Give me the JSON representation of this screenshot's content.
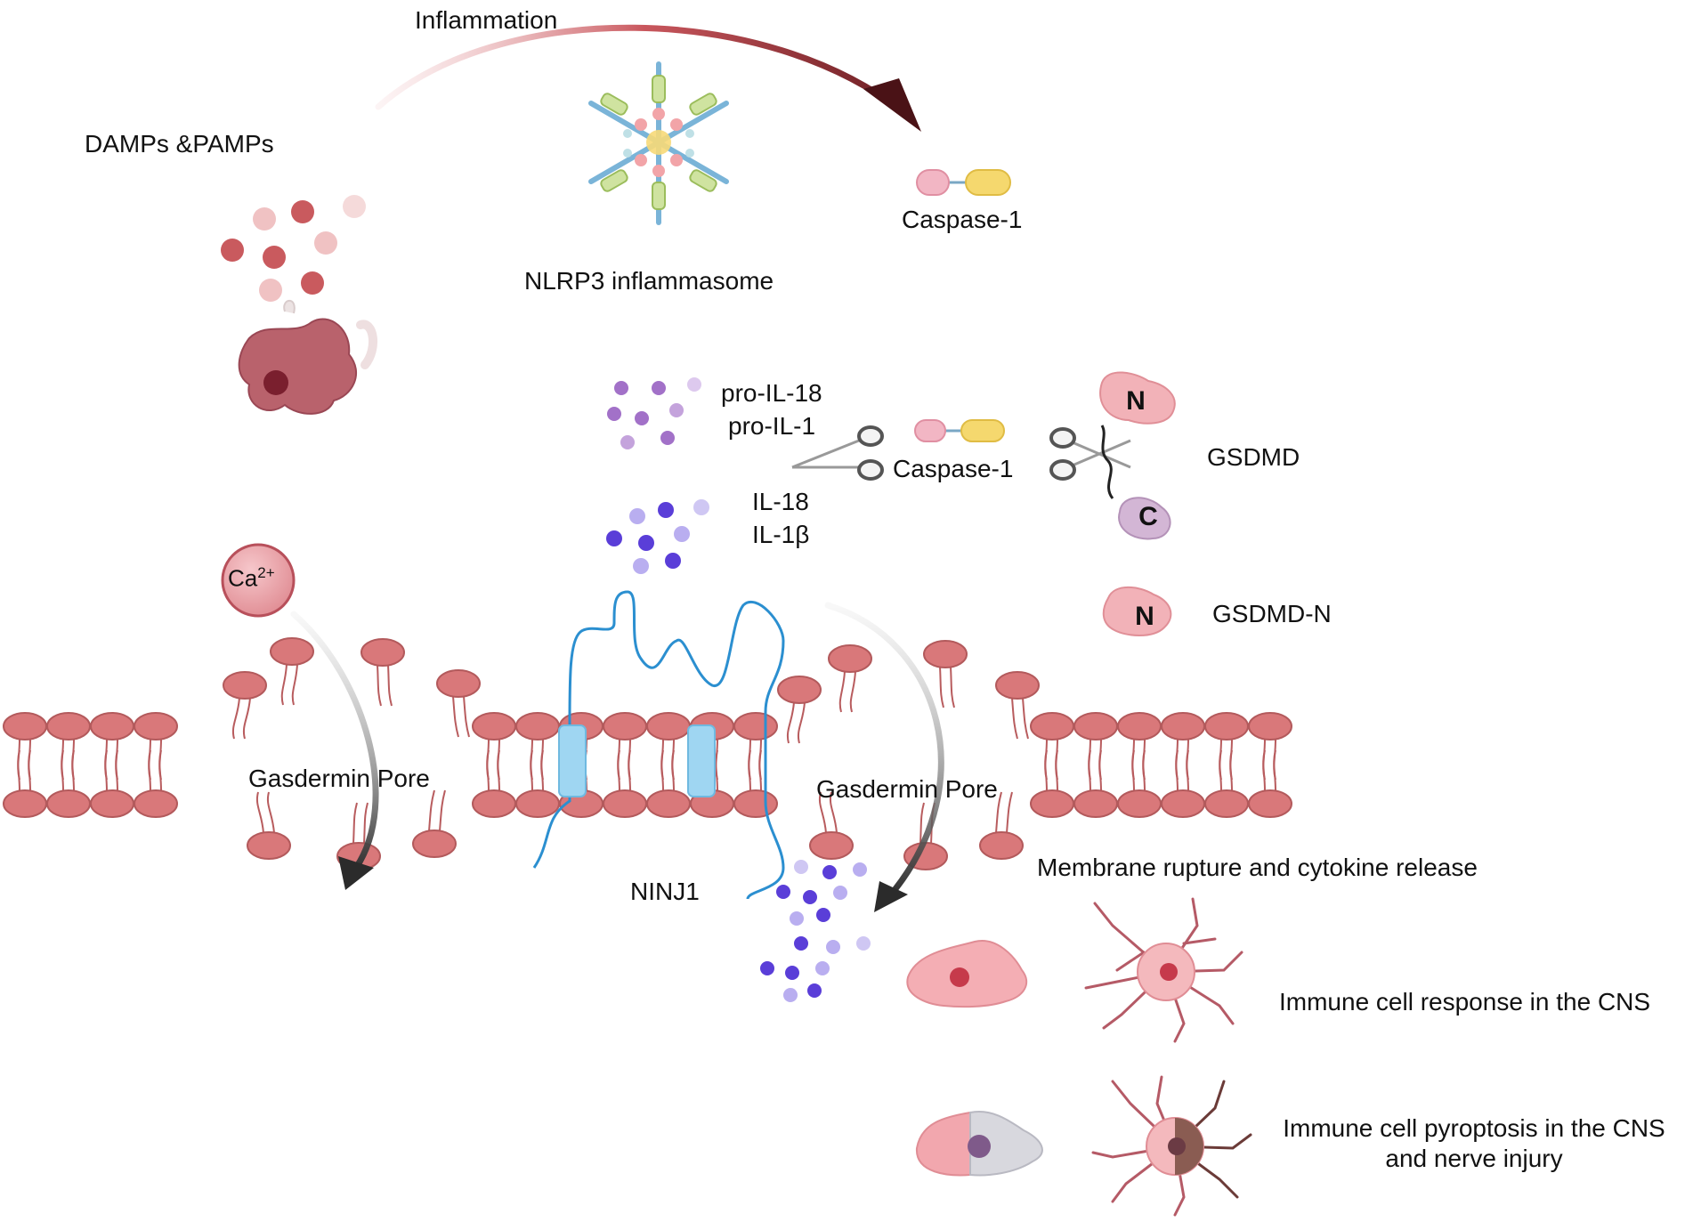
{
  "labels": {
    "inflammation": "Inflammation",
    "damps_pamps": "DAMPs &PAMPs",
    "nlrp3": "NLRP3 inflammasome",
    "caspase1_top": "Caspase-1",
    "pro_il18": "pro-IL-18",
    "pro_il1": "pro-IL-1",
    "caspase1_mid": "Caspase-1",
    "gsdmd": "GSDMD",
    "gsdmd_n_letter": "N",
    "gsdmd_c_letter": "C",
    "il18": "IL-18",
    "il1b": "IL-1β",
    "ca": "Ca",
    "ca_charge": "2+",
    "gsdmd_n": "GSDMD-N",
    "gsdmd_n_small_letter": "N",
    "pore_left": "Gasdermin Pore",
    "pore_right": "Gasdermin Pore",
    "ninj1": "NINJ1",
    "membrane_rupture": "Membrane rupture and cytokine release",
    "immune_response": "Immune cell response in the CNS",
    "immune_pyroptosis_line1": "Immune cell pyroptosis  in the CNS",
    "immune_pyroptosis_line2": "and nerve injury"
  },
  "colors": {
    "lipid_head": "#d9787a",
    "lipid_stroke": "#b35a5c",
    "tail": "#b85c5e",
    "ninj1": "#2b8fd0",
    "ninj1_helix": "#9fd6f2",
    "cytokine_dark": "#5a3ed8",
    "cytokine_light": "#b9aef0",
    "pro_cytokine": "#a271c8",
    "damp": "#c95a5e",
    "cell_pink": "#e79aa0",
    "caspase_pink": "#f2b6c4",
    "caspase_yellow": "#f5d86e",
    "arrow_dark": "#2b2b2b"
  }
}
